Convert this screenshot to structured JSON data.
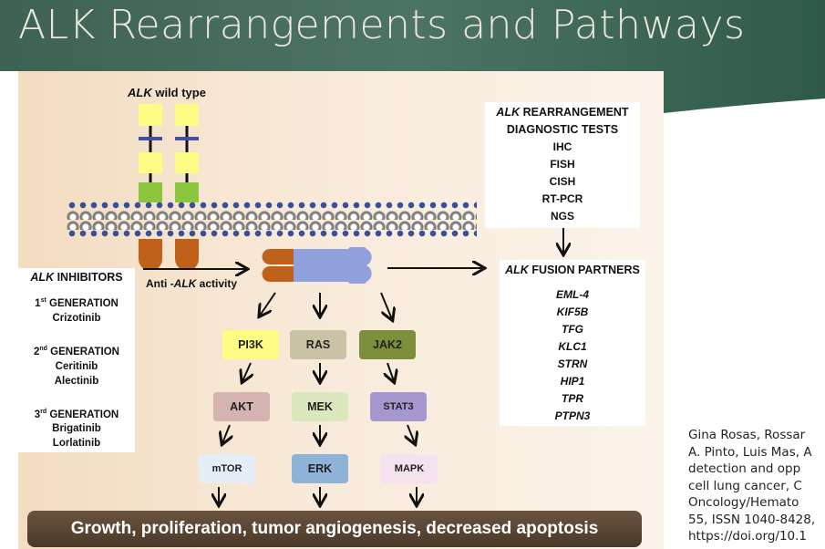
{
  "slide": {
    "title": "ALK Rearrangements and Pathways",
    "header_color": "#3f6a58"
  },
  "figure": {
    "wild_type": {
      "italic": "ALK",
      "rest": " wild type"
    },
    "diagnostic": {
      "italic": "ALK",
      "line1_rest": " REARRANGEMENT",
      "line2": "DIAGNOSTIC TESTS",
      "tests": [
        "IHC",
        "FISH",
        "CISH",
        "RT-PCR",
        "NGS"
      ]
    },
    "fusion": {
      "italic": "ALK",
      "rest": " FUSION PARTNERS",
      "partners": [
        "EML-4",
        "KIF5B",
        "TFG",
        "KLC1",
        "STRN",
        "HIP1",
        "TPR",
        "PTPN3"
      ]
    },
    "inhibitors": {
      "italic": "ALK",
      "rest": " INHIBITORS",
      "groups": [
        {
          "num": "1",
          "sup": "st",
          "label": " GENERATION",
          "drugs": [
            "Crizotinib"
          ]
        },
        {
          "num": "2",
          "sup": "nd",
          "label": " GENERATION",
          "drugs": [
            "Ceritinib",
            "Alectinib"
          ]
        },
        {
          "num": "3",
          "sup": "rd",
          "label": " GENERATION",
          "drugs": [
            "Brigatinib",
            "Lorlatinib"
          ]
        }
      ]
    },
    "anti_activity": {
      "pre": "Anti -",
      "italic": "ALK",
      "post": " activity"
    },
    "pathways": [
      {
        "nodes": [
          "PI3K",
          "AKT",
          "mTOR"
        ],
        "colors": [
          "#fdfd86",
          "#d4b3b0",
          "#e4eef6"
        ]
      },
      {
        "nodes": [
          "RAS",
          "MEK",
          "ERK"
        ],
        "colors": [
          "#c9c2a4",
          "#dbe8bd",
          "#8fb2d9"
        ]
      },
      {
        "nodes": [
          "JAK2",
          "STAT3",
          "MAPK"
        ],
        "colors": [
          "#7c8f3a",
          "#a698cf",
          "#f4e3ee"
        ]
      }
    ],
    "outcome": "Growth, proliferation, tumor angiogenesis, decreased apoptosis"
  },
  "citation": {
    "lines": [
      "Gina Rosas, Rossar",
      "A. Pinto, Luis Mas, A",
      "detection and opp",
      "cell lung cancer, C",
      "Oncology/Hemato",
      "55, ISSN 1040-8428,",
      "https://doi.org/10.1"
    ]
  }
}
